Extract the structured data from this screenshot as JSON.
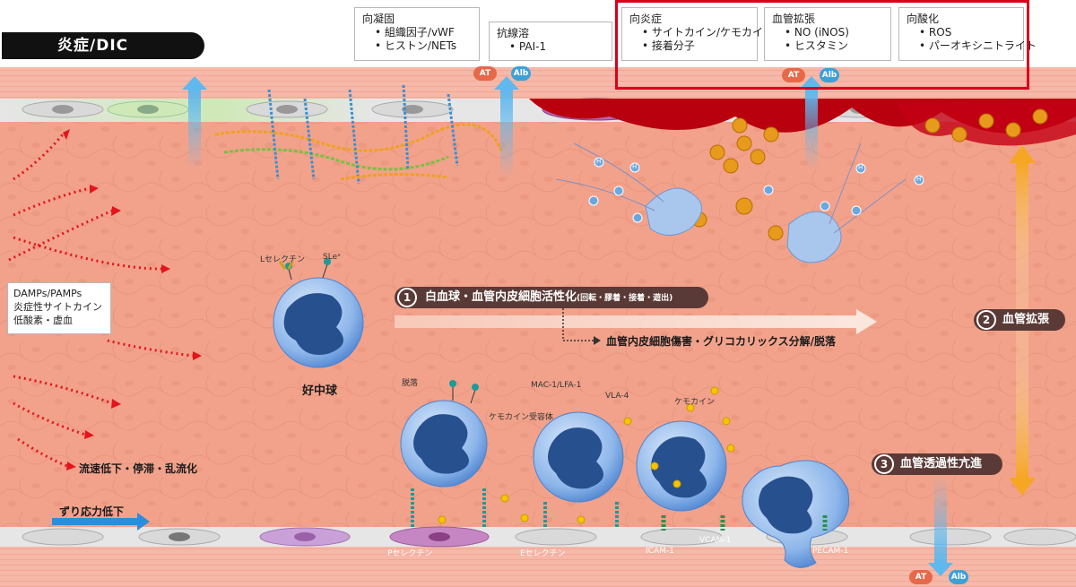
{
  "title": "炎症/DIC",
  "boxes": {
    "coagulation": {
      "heading": "向凝固",
      "items": [
        "組織因子/vWF",
        "ヒストン/NETs"
      ]
    },
    "antifibrinolysis": {
      "heading": "抗線溶",
      "items": [
        "PAI-1"
      ]
    },
    "inflammation": {
      "heading": "向炎症",
      "items": [
        "サイトカイン/ケモカイン",
        "接着分子"
      ]
    },
    "vasodilation": {
      "heading": "血管拡張",
      "items": [
        "NO (iNOS)",
        "ヒスタミン"
      ]
    },
    "oxidation": {
      "heading": "向酸化",
      "items": [
        "ROS",
        "パーオキシニトライト"
      ]
    }
  },
  "chips": {
    "at": "AT",
    "alb": "Alb",
    "h": "H"
  },
  "left_box": {
    "lines": [
      "DAMPs/PAMPs",
      "炎症性サイトカイン",
      "低酸素・虚血"
    ]
  },
  "labels": {
    "flow": "流速低下・停滞・乱流化",
    "shear": "ずり応力低下",
    "neutrophil": "好中球",
    "l_selectin": "Lセレクチン",
    "sle": "SLeˣ",
    "shed": "脱落",
    "chemokine_receptor": "ケモカイン受容体",
    "mac1": "MAC-1/LFA-1",
    "vla4": "VLA-4",
    "chemokine": "ケモカイン",
    "p_selectin": "Pセレクチン",
    "e_selectin": "Eセレクチン",
    "icam": "ICAM-1",
    "vcam": "VCAM-1",
    "pecam": "PECAM-1",
    "damage": "血管内皮細胞傷害・グリコカリックス分解/脱落"
  },
  "steps": {
    "s1": {
      "num": "1",
      "text": "白血球・血管内皮細胞活性化",
      "sub": "(回転・膠着・接着・遊出)"
    },
    "s2": {
      "num": "2",
      "text": "血管拡張"
    },
    "s3": {
      "num": "3",
      "text": "血管透過性亢進"
    }
  },
  "colors": {
    "highlight": "#d9001b",
    "tissue": "#eea08a",
    "lumen": "#f3a791",
    "wbc": "#6fa0e0",
    "wbc_nucleus": "#27508f",
    "step": "#5a3a36",
    "blue_arrow": "#5fb8ee",
    "orange_arrow": "#f5a623",
    "at_chip": "#e8684a",
    "alb_chip": "#3ea0d8"
  }
}
